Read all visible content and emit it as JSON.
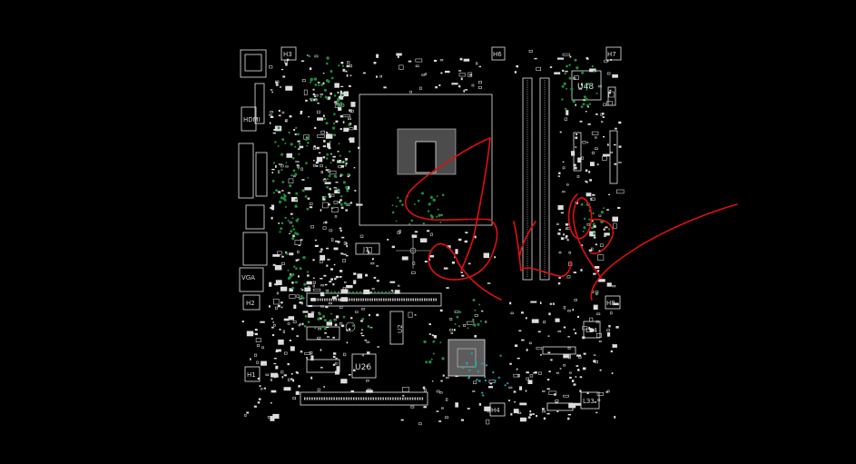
{
  "board": {
    "background": "#000000",
    "silkscreen_color": "#e6e6e6",
    "via_color": "#1d8f3a",
    "probe_color": "#1aa9b8",
    "annotation_color": "#e01010"
  },
  "labels": {
    "h3": "H3",
    "h6a": "H6",
    "h7": "H7",
    "u48": "U48",
    "j1": "J1",
    "h2": "H2",
    "h8": "H8",
    "l34": "L34",
    "u26": "U26",
    "u2": "U2",
    "h1": "H1",
    "h4": "H4",
    "l33": "L33",
    "hdmi": "HDMI",
    "vga": "VGA"
  }
}
